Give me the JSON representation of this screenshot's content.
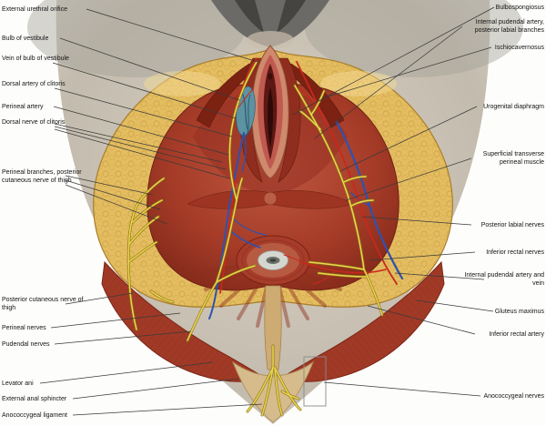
{
  "labels_left": [
    {
      "text": "External urethral orifice"
    },
    {
      "text": "Bulb of vestibule"
    },
    {
      "text": "Vein of bulb of vestibule"
    },
    {
      "text": "Dorsal artery of clitoris"
    },
    {
      "text": "Perineal artery"
    },
    {
      "text": "Dorsal nerve of clitoris"
    },
    {
      "text": "Perineal branches, posterior cutaneous nerve of thigh"
    },
    {
      "text": "Posterior cutaneous nerve of thigh"
    },
    {
      "text": "Perineal nerves"
    },
    {
      "text": "Pudendal nerves"
    },
    {
      "text": "Levator ani"
    },
    {
      "text": "External anal sphincter"
    },
    {
      "text": "Anococcygeal ligament"
    }
  ],
  "labels_right": [
    {
      "text": "Bulbospongiosus"
    },
    {
      "text": "Internal pudendal artery, posterior labial branches"
    },
    {
      "text": "Ischiocavernosus"
    },
    {
      "text": "Urogenital diaphragm"
    },
    {
      "text": "Superficial transverse perineal muscle"
    },
    {
      "text": "Posterior labial nerves"
    },
    {
      "text": "Inferior rectal nerves"
    },
    {
      "text": "Internal pudendal artery and vein"
    },
    {
      "text": "Gluteus maximus"
    },
    {
      "text": "Inferior rectal artery"
    },
    {
      "text": "Anococcygeal nerves"
    }
  ],
  "palette": {
    "fat": "#e4bd60",
    "fat_outline": "#a87d2c",
    "muscle": "#a63c2a",
    "muscle_deep": "#7c2414",
    "nerve": "#ecd54e",
    "nerve_outline": "#8a7414",
    "artery": "#c8281c",
    "vein": "#2d52b0",
    "skin": "#c9c1b2",
    "tendon_tan": "#d6bc8c"
  }
}
